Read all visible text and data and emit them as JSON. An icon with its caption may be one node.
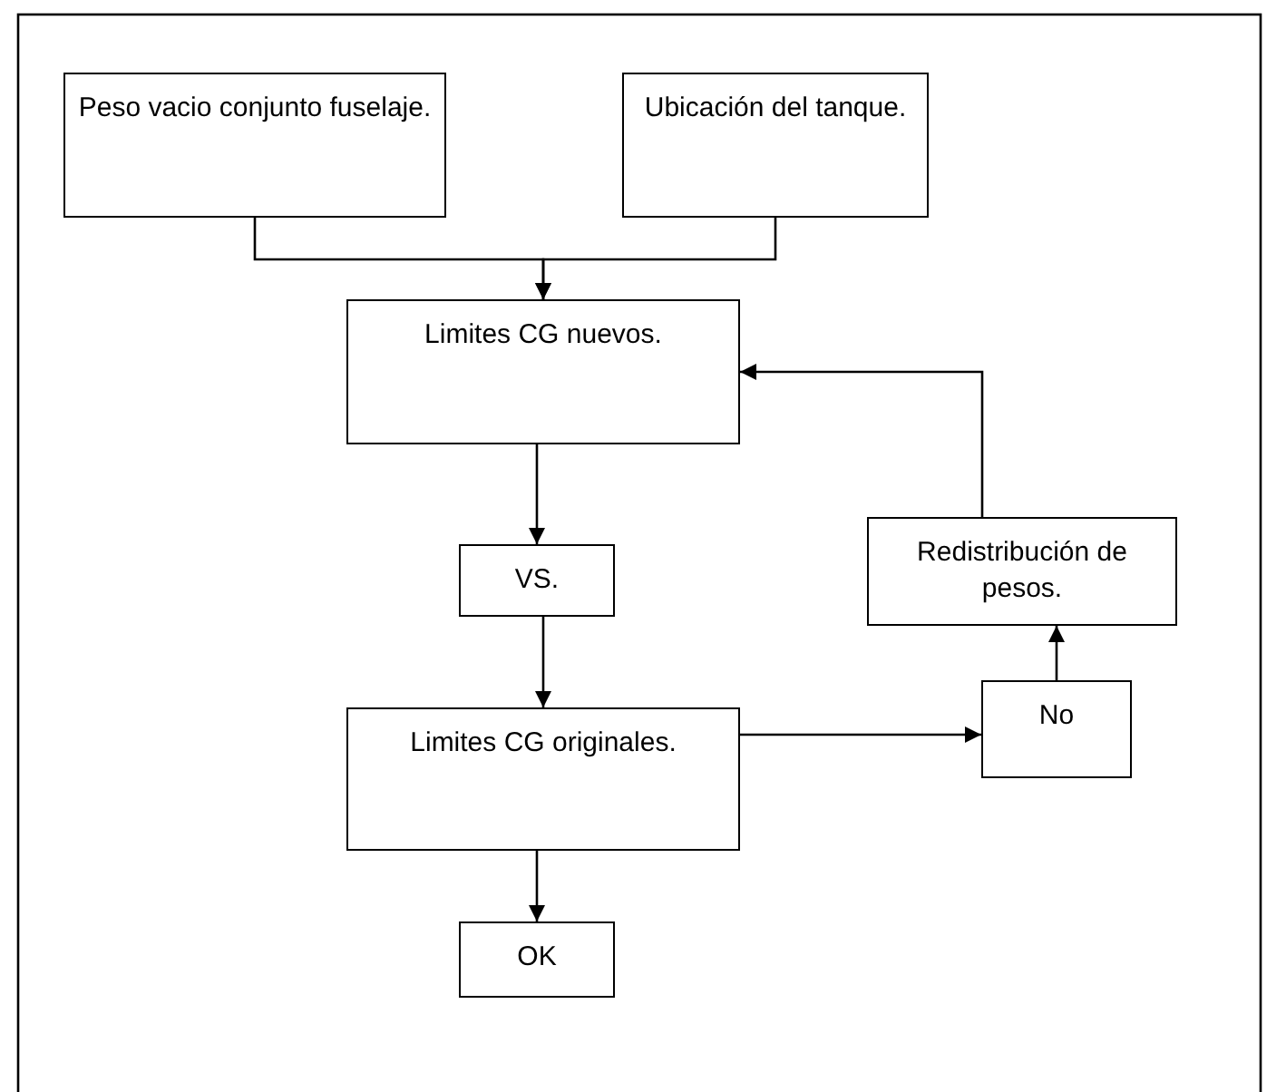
{
  "diagram": {
    "nodes": [
      {
        "text": [
          "Peso vacio conjunto fuselaje."
        ]
      },
      {
        "text": [
          "Ubicación del tanque."
        ]
      },
      {
        "text": [
          "Limites CG nuevos."
        ]
      },
      {
        "text": [
          "VS."
        ]
      },
      {
        "text": [
          "Limites CG originales."
        ]
      },
      {
        "text": [
          "No"
        ]
      },
      {
        "text": [
          "Redistribución de pesos."
        ]
      },
      {
        "text": [
          "OK"
        ]
      }
    ],
    "edges": [
      {
        "from": 0,
        "to": 2,
        "arrow": "to"
      },
      {
        "from": 1,
        "to": 2,
        "arrow": "to"
      },
      {
        "from": 2,
        "to": 3,
        "arrow": "to"
      },
      {
        "from": 3,
        "to": 4,
        "arrow": "to"
      },
      {
        "from": 4,
        "to": 5,
        "arrow": "to"
      },
      {
        "from": 5,
        "to": 6,
        "arrow": "to"
      },
      {
        "from": 6,
        "to": 2,
        "arrow": "to"
      },
      {
        "from": 4,
        "to": 7,
        "arrow": "to"
      }
    ]
  }
}
